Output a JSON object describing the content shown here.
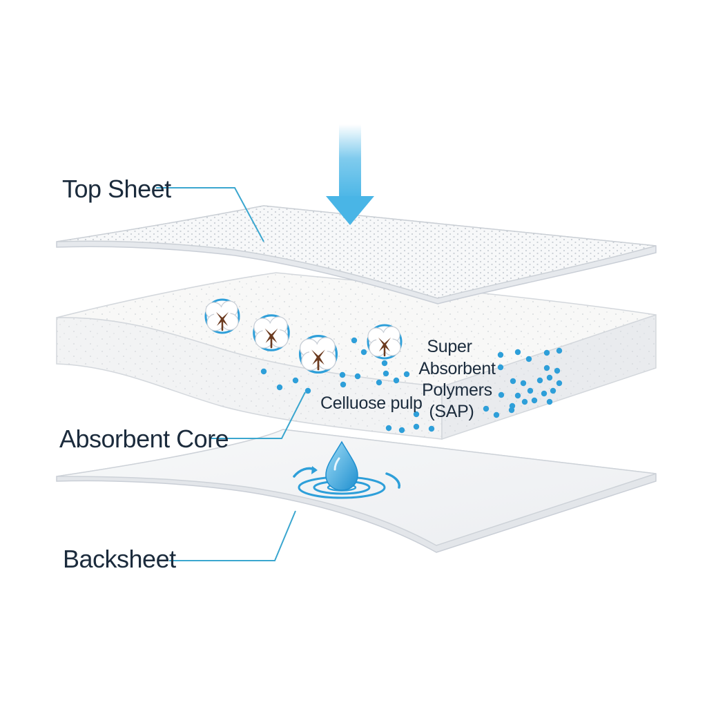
{
  "labels": {
    "top_sheet": "Top Sheet",
    "absorbent_core": "Absorbent Core",
    "backsheet": "Backsheet",
    "cellulose_pulp": "Celluose pulp",
    "sap_line1": "Super",
    "sap_line2": "Absorbent",
    "sap_line3": "Polymers",
    "sap_line4": "(SAP)"
  },
  "icons": {
    "flow_arrow": "down-arrow-icon",
    "pulp": "cotton-boll-icon",
    "drop": "water-drop-icon",
    "ripple": "ripple-icon"
  },
  "colors": {
    "accent": "#3aa6cf",
    "arrow": "#49b5e6",
    "sap_dot": "#2e9fd9",
    "label_text": "#1b2b3c",
    "sheet_edge": "#c9ced6",
    "cotton_seed": "#6b3a1f"
  }
}
